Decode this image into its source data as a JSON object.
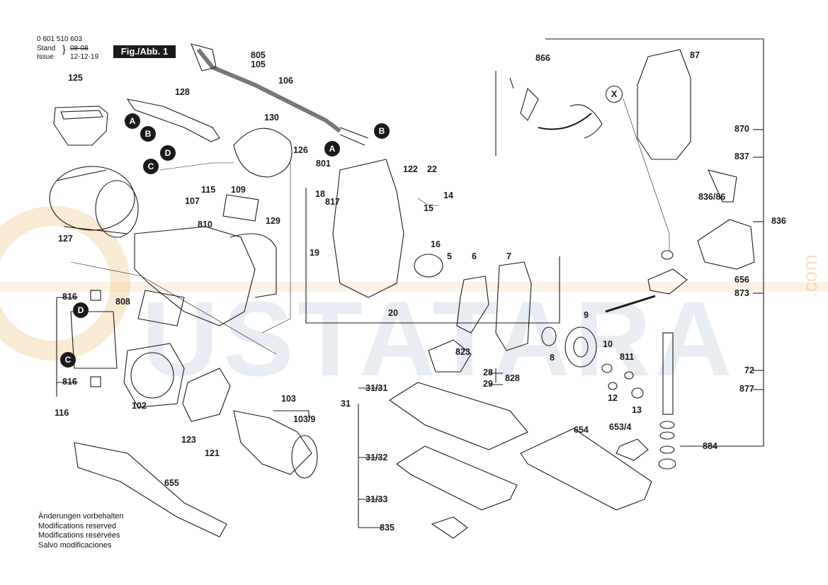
{
  "header": {
    "part_number": "0 601 510 603",
    "stand_label": "Stand",
    "issue_label": "Issue",
    "stand_value": "08-08",
    "issue_value": "12-12-19",
    "figure": "Fig./Abb. 1"
  },
  "notes": [
    "Änderungen vorbehalten",
    "Modifications reserved",
    "Modifications resérvées",
    "Salvo modificaciones"
  ],
  "watermark": {
    "text": "USTATARA",
    "suffix": ".com"
  },
  "callouts": [
    "A",
    "B",
    "C",
    "D"
  ],
  "part_labels": [
    "125",
    "128",
    "805",
    "105",
    "106",
    "130",
    "126",
    "127",
    "107",
    "115",
    "109",
    "810",
    "129",
    "801",
    "18",
    "817",
    "19",
    "122",
    "22",
    "14",
    "15",
    "16",
    "5",
    "6",
    "7",
    "20",
    "8",
    "9",
    "10",
    "811",
    "12",
    "13",
    "823",
    "28",
    "29",
    "828",
    "866",
    "87",
    "870",
    "837",
    "836/86",
    "836",
    "656",
    "873",
    "72",
    "877",
    "884",
    "816",
    "116",
    "102",
    "808",
    "103",
    "103/9",
    "123",
    "121",
    "655",
    "31/31",
    "31",
    "31/32",
    "31/33",
    "835",
    "654",
    "653/4",
    "X"
  ],
  "colors": {
    "ink": "#1a1a1a",
    "watermark_blue": "#96aac8",
    "watermark_orange": "#e6aa50"
  }
}
